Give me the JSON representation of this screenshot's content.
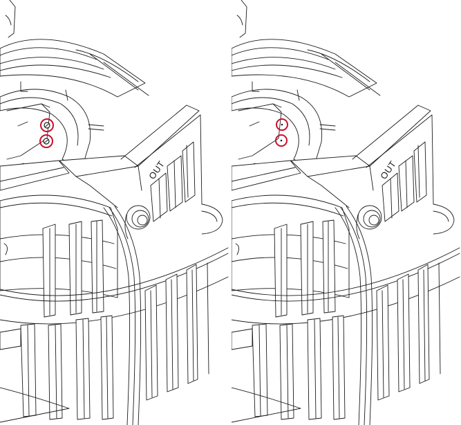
{
  "panels": [
    {
      "id": "left",
      "label": "OUT",
      "screws": "fitted"
    },
    {
      "id": "right",
      "label": "OUT",
      "screws": "removed"
    }
  ],
  "colors": {
    "line": "#1a1a1a",
    "background": "#ffffff",
    "highlight": "#c8102e"
  }
}
